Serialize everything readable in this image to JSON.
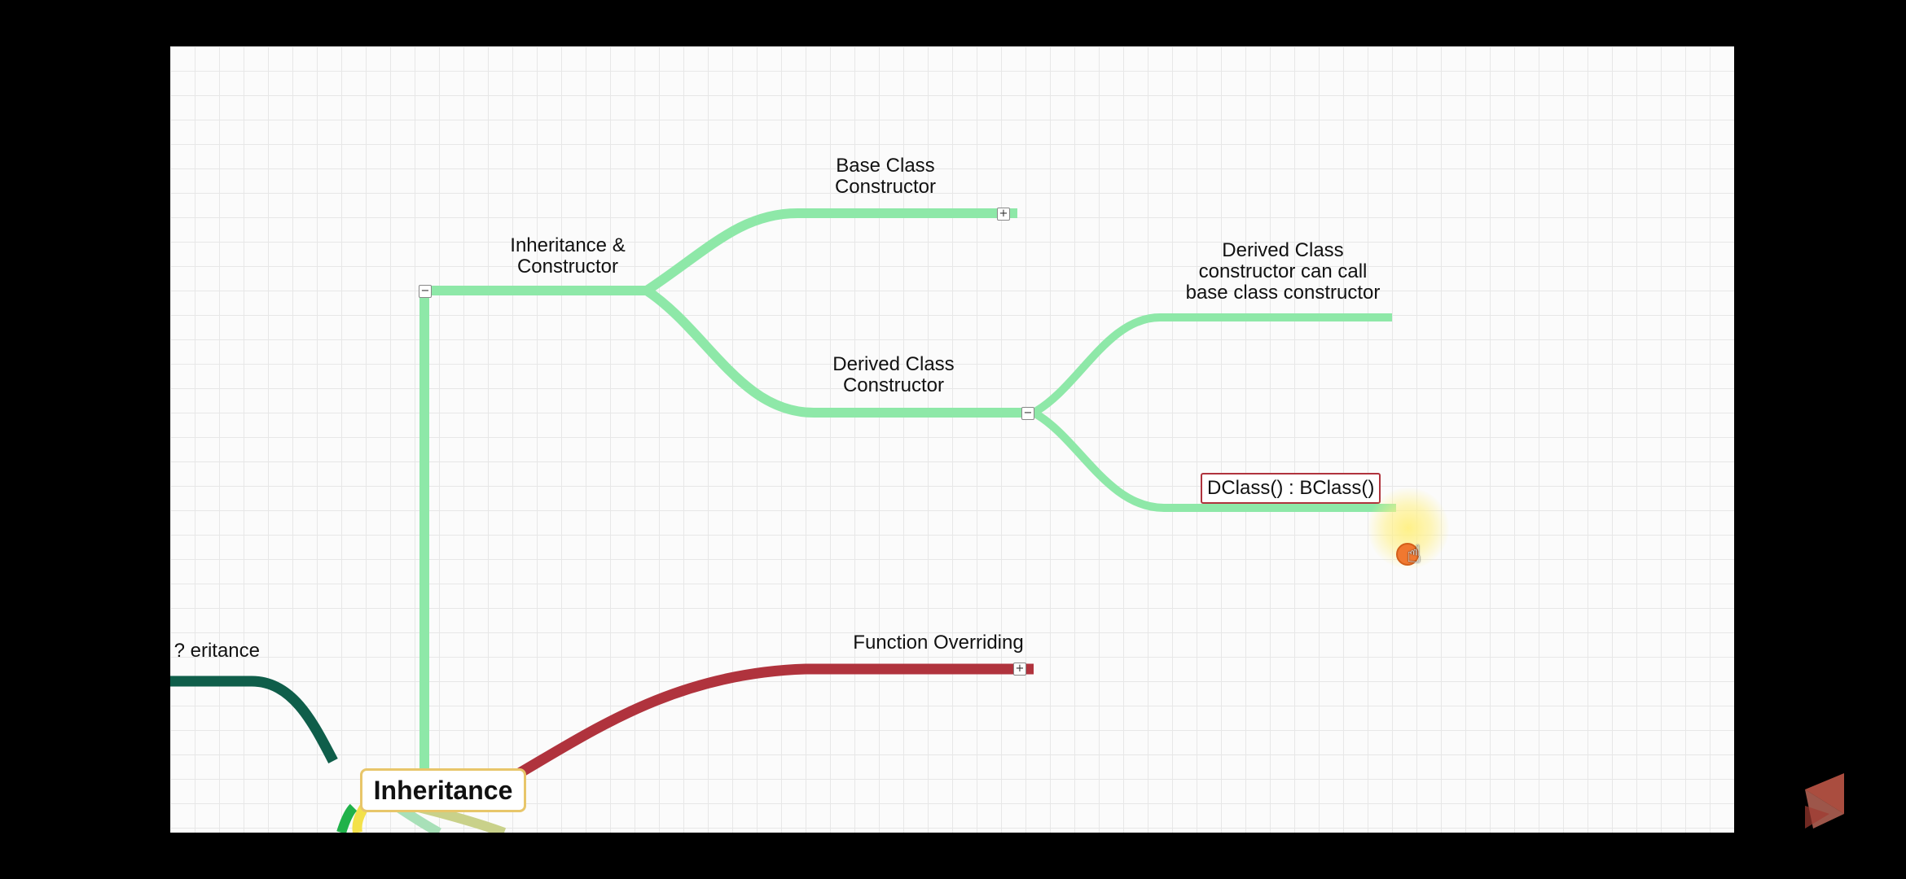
{
  "mindmap": {
    "root": "Inheritance",
    "partial_branch": "eritance ?",
    "branches": {
      "inheritance_constructor": "Inheritance &\nConstructor",
      "base_class_constructor": "Base Class\nConstructor",
      "derived_class_constructor": "Derived Class\nConstructor",
      "derived_can_call": "Derived Class\nconstructor can call\nbase class constructor",
      "selected_node": "DClass() : BClass()",
      "function_overriding": "Function Overriding"
    },
    "toggles": {
      "inheritance_constructor": "−",
      "base_class_constructor": "+",
      "derived_class_constructor": "−",
      "function_overriding": "+"
    },
    "colors": {
      "canvas": "#fbfbfb",
      "green_branch": "#8ee8a8",
      "red_branch": "#b0333d",
      "dark_green_branch": "#0f5e4a",
      "root_border": "#e8c66a",
      "cursor": "#f07830"
    },
    "icons": [
      "expand-toggle-icon",
      "collapse-toggle-icon",
      "hand-cursor-icon",
      "watermark-logo-icon"
    ]
  }
}
